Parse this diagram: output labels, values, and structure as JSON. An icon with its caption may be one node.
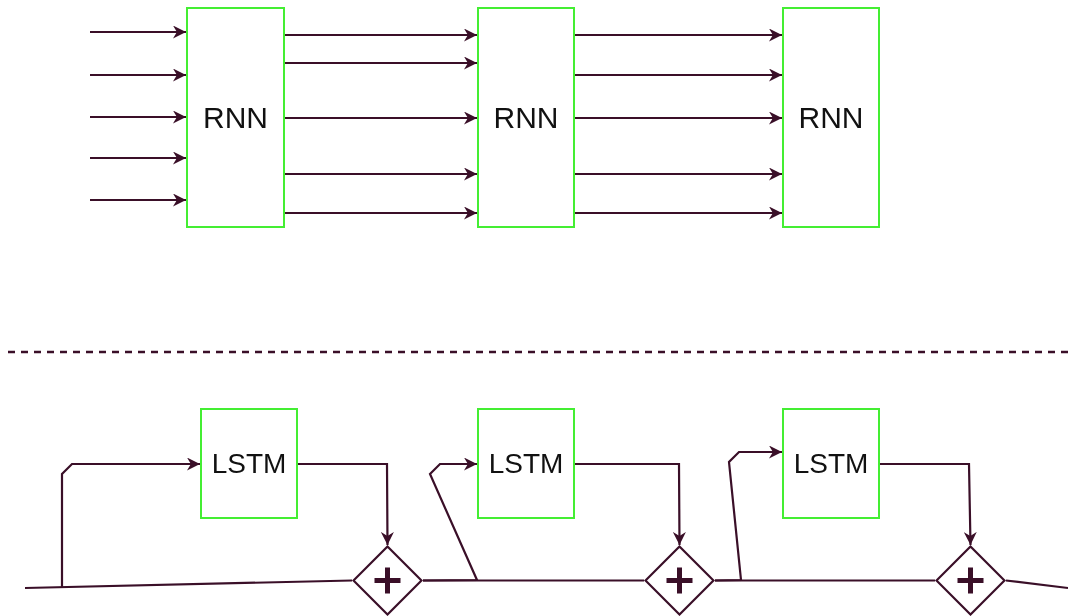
{
  "diagram": {
    "nodes": [
      {
        "text": [
          "RNN"
        ]
      },
      {
        "text": [
          "RNN"
        ]
      },
      {
        "text": [
          "RNN"
        ]
      },
      {
        "text": [
          "LSTM"
        ]
      },
      {
        "text": [
          "LSTM"
        ]
      },
      {
        "text": [
          "LSTM"
        ]
      },
      {
        "text": [],
        "shape": "diamond"
      },
      {
        "text": [],
        "shape": "diamond"
      },
      {
        "text": [],
        "shape": "diamond"
      }
    ],
    "edges": [
      {
        "from": null,
        "to": 0,
        "arrow": "to"
      },
      {
        "from": null,
        "to": 0,
        "arrow": "to"
      },
      {
        "from": null,
        "to": 0,
        "arrow": "to"
      },
      {
        "from": null,
        "to": 0,
        "arrow": "to"
      },
      {
        "from": null,
        "to": 0,
        "arrow": "to"
      },
      {
        "from": 0,
        "to": 1,
        "arrow": "to"
      },
      {
        "from": 0,
        "to": 1,
        "arrow": "to"
      },
      {
        "from": 0,
        "to": 1,
        "arrow": "to"
      },
      {
        "from": 0,
        "to": 1,
        "arrow": "to"
      },
      {
        "from": 0,
        "to": 1,
        "arrow": "to"
      },
      {
        "from": 1,
        "to": 2,
        "arrow": "to"
      },
      {
        "from": 1,
        "to": 2,
        "arrow": "to"
      },
      {
        "from": 1,
        "to": 2,
        "arrow": "to"
      },
      {
        "from": 1,
        "to": 2,
        "arrow": "to"
      },
      {
        "from": 1,
        "to": 2,
        "arrow": "to"
      },
      {
        "from": null,
        "to": 6,
        "arrow": "none"
      },
      {
        "from": null,
        "to": 3,
        "arrow": "to"
      },
      {
        "from": 3,
        "to": 6,
        "arrow": "to"
      },
      {
        "from": 6,
        "to": 7,
        "arrow": "none"
      },
      {
        "from": 6,
        "to": 4,
        "arrow": "to"
      },
      {
        "from": 4,
        "to": 7,
        "arrow": "to"
      },
      {
        "from": 7,
        "to": 8,
        "arrow": "none"
      },
      {
        "from": 7,
        "to": 5,
        "arrow": "to"
      },
      {
        "from": 5,
        "to": 8,
        "arrow": "to"
      },
      {
        "from": 8,
        "to": null,
        "arrow": "none"
      }
    ]
  }
}
